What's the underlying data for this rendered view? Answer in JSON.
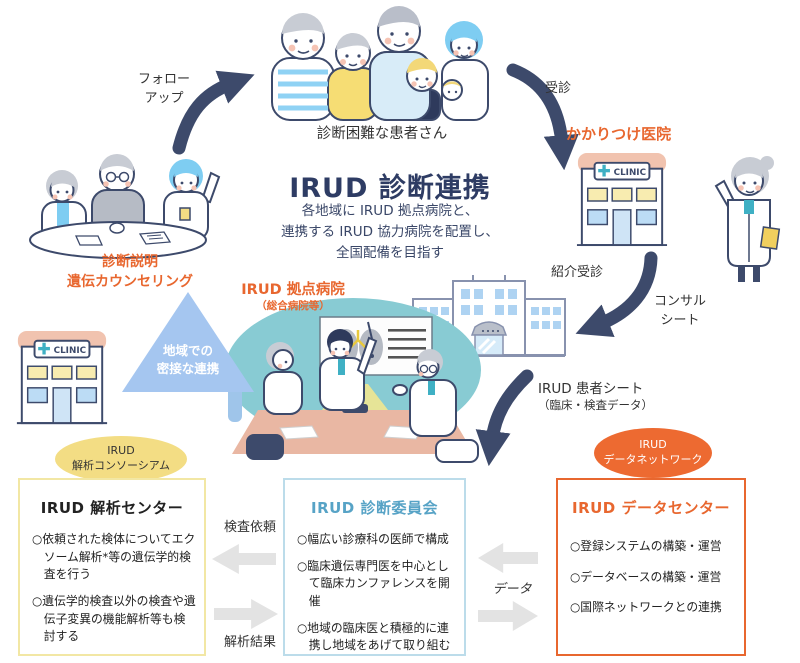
{
  "page": {
    "title": "IRUD 診断連携",
    "subtitle": [
      "各地域に IRUD 拠点病院と、",
      "連携する IRUD 協力病院を配置し、",
      "全国配備を目指す"
    ]
  },
  "flow": {
    "followup": [
      "フォロー",
      "アップ"
    ],
    "visit": "受診",
    "patients": "診断困難な患者さん",
    "family_doctor": "かかりつけ医院",
    "referral": "紹介受診",
    "consult_sheet": [
      "コンサル",
      "シート"
    ],
    "diagnosis_explain": [
      "診断説明",
      "遺伝カウンセリング"
    ],
    "hub_hospital": "IRUD 拠点病院",
    "hub_hospital_sub": "（総合病院等）",
    "triangle": [
      "地域での",
      "密接な連携"
    ],
    "patient_sheet": "IRUD 患者シート",
    "patient_sheet_sub": "（臨床・検査データ）"
  },
  "exchange": {
    "test_request": "検査依頼",
    "analysis_result": "解析結果",
    "data": "データ"
  },
  "badges": {
    "analysis_consortium": [
      "IRUD",
      "解析コンソーシアム"
    ],
    "data_network": [
      "IRUD",
      "データネットワーク"
    ]
  },
  "boxes": {
    "analysis_center": {
      "title": "IRUD 解析センター",
      "items": [
        "○依頼された検体についてエクソーム解析*等の遺伝学的検査を行う",
        "○遺伝学的検査以外の検査や遺伝子変異の機能解析等も検討する"
      ]
    },
    "diagnosis_committee": {
      "title": "IRUD 診断委員会",
      "items": [
        "○幅広い診療科の医師で構成",
        "○臨床遺伝専門医を中心として臨床カンファレンスを開催",
        "○地域の臨床医と積極的に連携し地域をあげて取り組む"
      ]
    },
    "data_center": {
      "title": "IRUD データセンター",
      "items": [
        "○登録システムの構築・運営",
        "○データベースの構築・運営",
        "○国際ネットワークとの連携"
      ]
    }
  },
  "clinic_sign": "CLINIC",
  "colors": {
    "navy": "#3d4a6b",
    "orange": "#e8672f",
    "blue_title": "#57a3c6",
    "triangle_blue": "#a5c6f0",
    "teal": "#88cbd3",
    "yellow_badge": "#f3dd84",
    "salmon": "#e9b7a3",
    "gray_arrow": "#e3e3e3"
  }
}
